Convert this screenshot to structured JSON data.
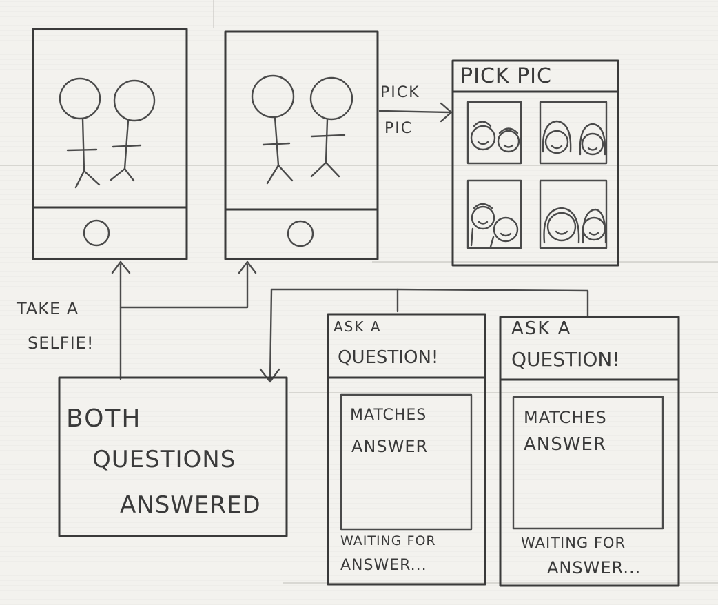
{
  "labels": {
    "pick_pic_arrow_line1": "PICK",
    "pick_pic_arrow_line2": "PIC",
    "pick_pic_title": "PICK PIC",
    "take_selfie_line1": "TAKE A",
    "take_selfie_line2": "SELFIE!",
    "both_line1": "BOTH",
    "both_line2": "QUESTIONS",
    "both_line3": "ANSWERED"
  },
  "question_cards": [
    {
      "title_line1": "ASK A",
      "title_line2": "QUESTION!",
      "answer_line1": "MATCHES",
      "answer_line2": "ANSWER",
      "status_line1": "WAITING FOR",
      "status_line2": "ANSWER..."
    },
    {
      "title_line1": "ASK A",
      "title_line2": "QUESTION!",
      "answer_line1": "MATCHES",
      "answer_line2": "ANSWER",
      "status_line1": "WAITING FOR",
      "status_line2": "ANSWER..."
    }
  ],
  "colors": {
    "ink": "#3a3a3a",
    "paper": "#f3f2ee"
  }
}
